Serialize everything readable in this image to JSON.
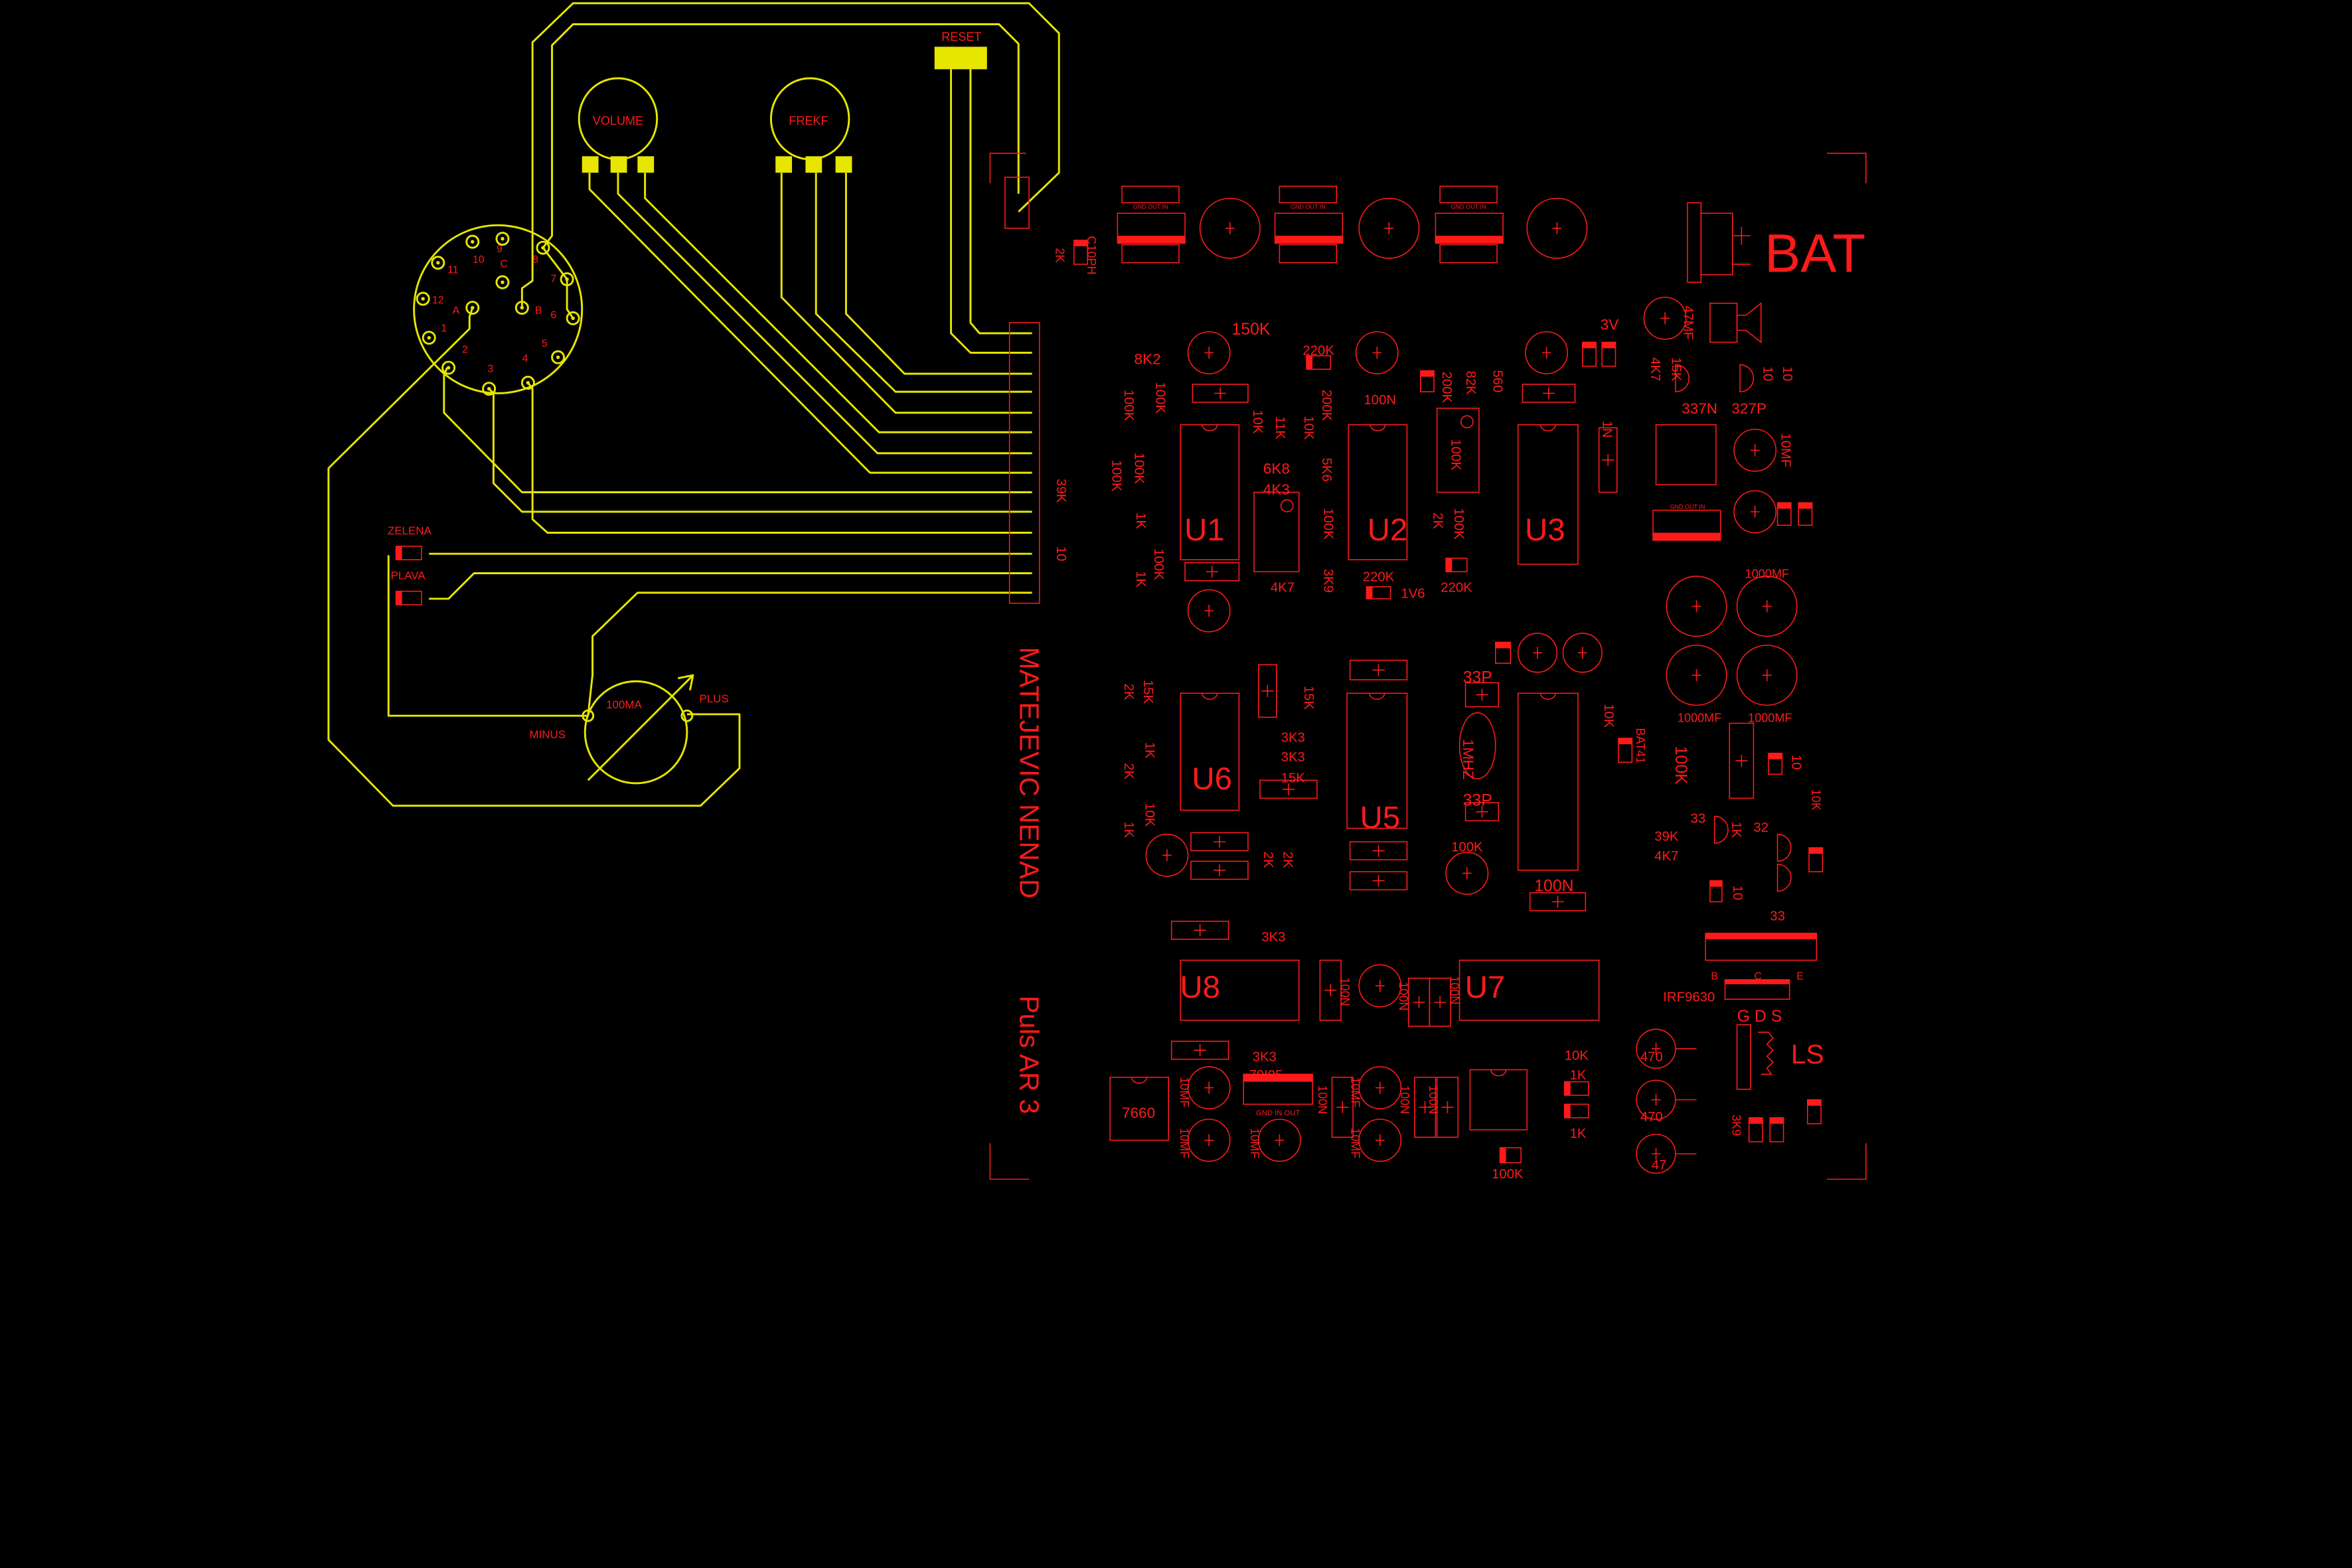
{
  "title": "Puls AR 3",
  "author": "MATEJEVIC NENAD",
  "colors": {
    "background": "#000000",
    "traces": "#e6e600",
    "components": "#ff1a1a"
  },
  "panel": {
    "volume": "VOLUME",
    "frekf": "FREKF",
    "reset": "RESET",
    "zelena": "ZELENA",
    "plava": "PLAVA",
    "meter": "100MA",
    "plus": "PLUS",
    "minus": "MINUS"
  },
  "connector": {
    "pins": [
      "1",
      "2",
      "3",
      "4",
      "5",
      "6",
      "7",
      "8",
      "9",
      "10",
      "11",
      "12",
      "A",
      "B",
      "C"
    ]
  },
  "board": {
    "bat": "BAT",
    "ics": [
      "U1",
      "U2",
      "U3",
      "U6",
      "U5",
      "U8",
      "U7",
      "7660"
    ],
    "labels": [
      "C10PH",
      "2K",
      "150K",
      "8K2",
      "220K",
      "100K",
      "100K",
      "200K",
      "100N",
      "10K",
      "11K",
      "10K",
      "200K",
      "82K",
      "560",
      "3V",
      "47MF",
      "15K",
      "4K7",
      "10",
      "10",
      "337N",
      "327P",
      "1N",
      "10MF",
      "100K",
      "100K",
      "6K8",
      "4K3",
      "5K6",
      "100K",
      "1K",
      "100K",
      "2K",
      "100K",
      "39K",
      "10",
      "1K",
      "100K",
      "4K7",
      "3K9",
      "220K",
      "1V6",
      "220K",
      "1000MF",
      "33P",
      "1000MF",
      "1000MF",
      "2K",
      "15K",
      "15K",
      "10K",
      "BAT41",
      "100K",
      "1K",
      "2K",
      "3K3",
      "3K3",
      "15K",
      "1MHZ",
      "10",
      "10K",
      "33P",
      "10K",
      "1K",
      "33",
      "1K",
      "32",
      "39K",
      "4K7",
      "2K",
      "2K",
      "100K",
      "100N",
      "10",
      "33",
      "3K3",
      "100N",
      "100N",
      "100N",
      "IRF9630",
      "B",
      "C",
      "E",
      "G D S",
      "LS",
      "470",
      "470",
      "47",
      "3K3",
      "79I05",
      "GND IN OUT",
      "10K",
      "1K",
      "1K",
      "10MF",
      "10MF",
      "100N",
      "10MF",
      "10MF",
      "10MF",
      "100N",
      "100N",
      "100K",
      "3K9",
      "GND OUT IN",
      "GND OUT IN",
      "GND OUT IN",
      "GND OUT IN"
    ]
  }
}
